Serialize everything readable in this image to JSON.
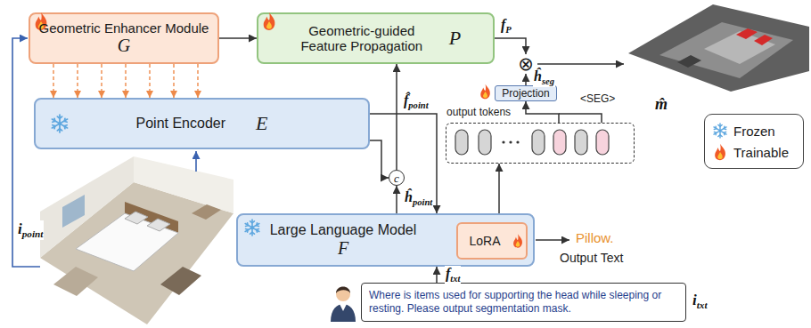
{
  "diagram": {
    "nodes": [
      {
        "text": [
          "Geometric Enhancer Module",
          "G"
        ]
      },
      {
        "text": [
          "Geometric-guided Feature Propagation",
          "P"
        ]
      },
      {
        "text": [
          "Point Encoder",
          "E"
        ]
      },
      {
        "text": [
          "Large Language Model",
          "F"
        ]
      },
      {
        "text": [
          "LoRA"
        ],
        "in": 3
      },
      {
        "text": [
          "Projection"
        ]
      },
      {
        "text": [
          "output tokens",
          "<SEG>"
        ]
      },
      {
        "text": [
          "c"
        ]
      },
      {
        "text": [
          "⊗"
        ]
      },
      {
        "text": [
          "Where is items used for supporting the head while sleeping or resting. Please output segmentation mask."
        ]
      }
    ],
    "edges": [
      {
        "from": 0,
        "to": 2,
        "arrow": "to"
      },
      {
        "from": 0,
        "to": 1,
        "arrow": "to"
      },
      {
        "from": 2,
        "to": 7,
        "arrow": "to"
      },
      {
        "from": 2,
        "to": 3,
        "arrow": "to",
        "label": "f̂point"
      },
      {
        "from": 3,
        "to": 7,
        "arrow": "to",
        "label": "ĥpoint"
      },
      {
        "from": 7,
        "to": 1,
        "arrow": "to"
      },
      {
        "from": 1,
        "to": 8,
        "arrow": "to",
        "label": "fP"
      },
      {
        "from": 5,
        "to": 8,
        "arrow": "to",
        "label": "ĥseg"
      },
      {
        "from": 6,
        "to": 5,
        "arrow": "to"
      },
      {
        "from": 3,
        "to": 6,
        "arrow": "to"
      },
      {
        "from": 9,
        "to": 3,
        "arrow": "to",
        "label": "ftxt"
      }
    ],
    "labels": [
      "ipoint",
      "m̂",
      "Pillow.",
      "Output Text",
      "itxt"
    ],
    "legend": [
      {
        "text": "Frozen"
      },
      {
        "text": "Trainable"
      }
    ]
  }
}
